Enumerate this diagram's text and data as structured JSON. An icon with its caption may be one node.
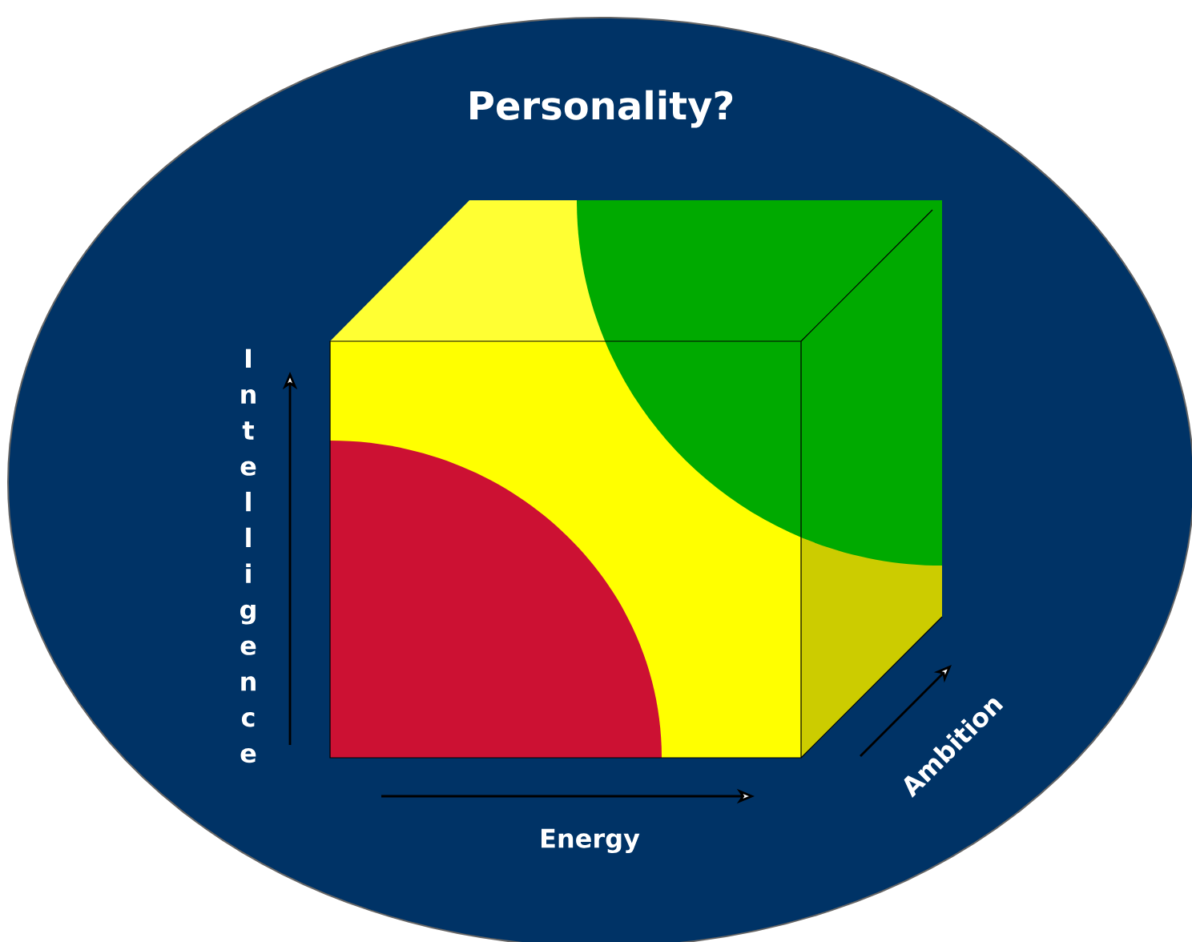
{
  "diagram": {
    "title": "Personality?",
    "labels": [
      "Intelligence",
      "Energy",
      "Ambition"
    ]
  }
}
